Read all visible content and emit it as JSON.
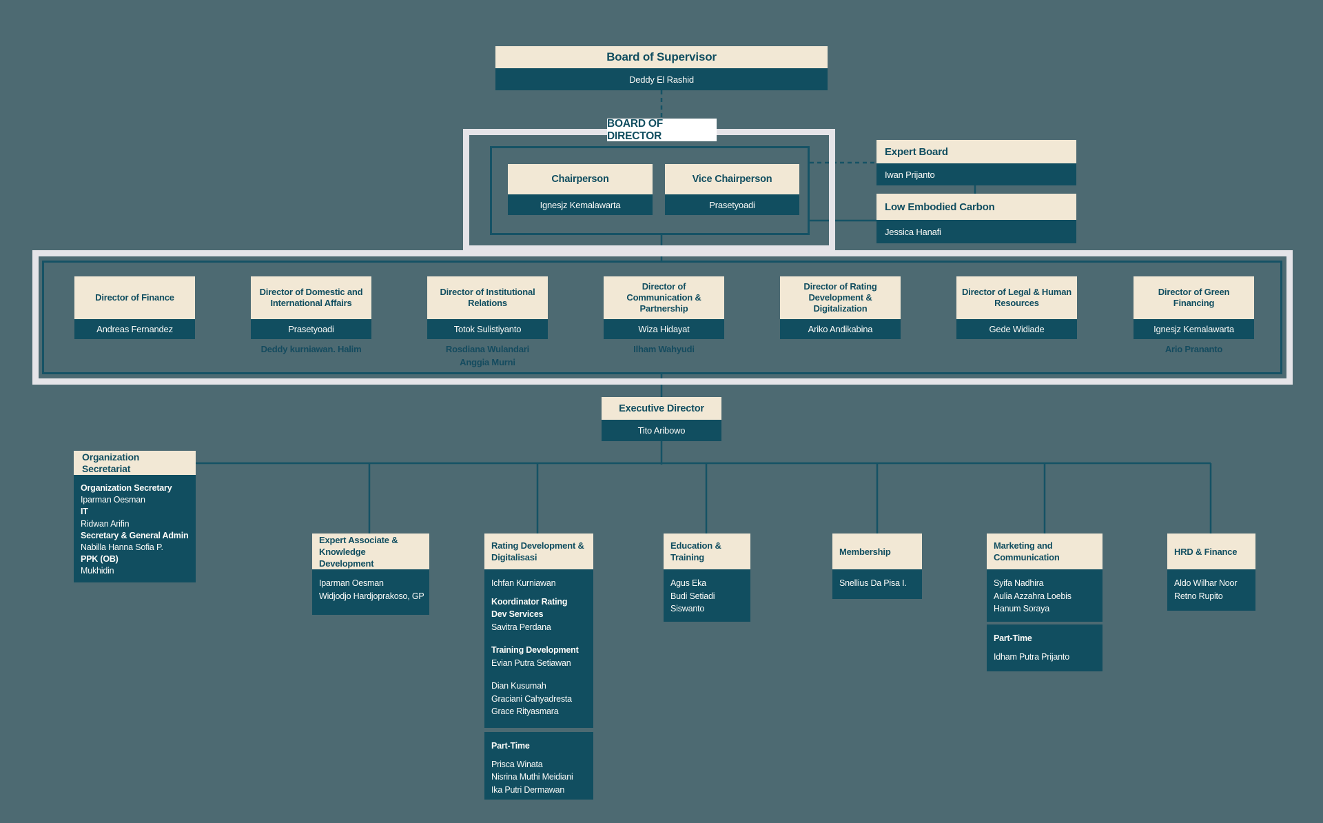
{
  "colors": {
    "background": "#4D6A72",
    "cream": "#F2E8D5",
    "dark_teal": "#114E60",
    "connector": "#155265",
    "white_frame": "#E5E4E8",
    "label_bg": "#FFFFFF"
  },
  "board_of_supervisor": {
    "title": "Board of Supervisor",
    "name": "Deddy El Rashid"
  },
  "board_of_director": {
    "label": "BOARD OF DIRECTOR"
  },
  "chairperson": {
    "title": "Chairperson",
    "name": "Ignesjz Kemalawarta"
  },
  "vice_chairperson": {
    "title": "Vice Chairperson",
    "name": "Prasetyoadi"
  },
  "expert_board": {
    "title": "Expert Board",
    "name": "Iwan Prijanto"
  },
  "low_embodied_carbon": {
    "title": "Low Embodied Carbon",
    "name": "Jessica Hanafi"
  },
  "directors": [
    {
      "title": "Director of Finance",
      "name": "Andreas Fernandez",
      "subnames": []
    },
    {
      "title": "Director of Domestic and International Affairs",
      "name": "Prasetyoadi",
      "subnames": [
        "Deddy kurniawan. Halim"
      ]
    },
    {
      "title": "Director of Institutional Relations",
      "name": "Totok Sulistiyanto",
      "subnames": [
        "Rosdiana Wulandari",
        "Anggia Murni"
      ]
    },
    {
      "title": "Director of Communication & Partnership",
      "name": "Wiza Hidayat",
      "subnames": [
        "Ilham Wahyudi"
      ]
    },
    {
      "title": "Director of Rating Development & Digitalization",
      "name": "Ariko Andikabina",
      "subnames": []
    },
    {
      "title": "Director of Legal & Human Resources",
      "name": "Gede Widiade",
      "subnames": []
    },
    {
      "title": "Director of Green Financing",
      "name": "Ignesjz Kemalawarta",
      "subnames": [
        "Ario Prananto"
      ]
    }
  ],
  "executive_director": {
    "title": "Executive Director",
    "name": "Tito Aribowo"
  },
  "organization_secretariat": {
    "title": "Organization Secretariat",
    "lines": [
      {
        "t": "Organization Secretary",
        "b": true
      },
      {
        "t": "Iparman Oesman"
      },
      {
        "t": "IT",
        "b": true
      },
      {
        "t": "Ridwan Arifin"
      },
      {
        "t": "Secretary & General Admin",
        "b": true
      },
      {
        "t": "Nabilla Hanna Sofia P."
      },
      {
        "t": "PPK (OB)",
        "b": true
      },
      {
        "t": "Mukhidin"
      }
    ]
  },
  "departments": [
    {
      "title": "Expert Associate & Knowledge Development",
      "lines": [
        {
          "t": "Iparman Oesman"
        },
        {
          "t": "Widjodjo Hardjoprakoso, GP"
        }
      ]
    },
    {
      "title": "Rating Development & Digitalisasi",
      "lines": [
        {
          "t": "Ichfan Kurniawan"
        },
        {
          "t": "Koordinator Rating",
          "b": true,
          "g": 1
        },
        {
          "t": "Dev Services",
          "b": true
        },
        {
          "t": "Savitra Perdana"
        },
        {
          "t": "Training Development",
          "b": true,
          "g": 2
        },
        {
          "t": "Evian Putra Setiawan"
        },
        {
          "t": "Dian Kusumah",
          "g": 2
        },
        {
          "t": "Graciani Cahyadresta"
        },
        {
          "t": "Grace Rityasmara"
        }
      ],
      "part_time": {
        "lines": [
          {
            "t": "Part-Time",
            "b": true
          },
          {
            "t": "Prisca Winata",
            "g": 1
          },
          {
            "t": "Nisrina Muthi Meidiani"
          },
          {
            "t": "Ika Putri Dermawan"
          }
        ]
      }
    },
    {
      "title": "Education & Training",
      "lines": [
        {
          "t": "Agus Eka"
        },
        {
          "t": "Budi Setiadi"
        },
        {
          "t": "Siswanto"
        }
      ]
    },
    {
      "title": "Membership",
      "lines": [
        {
          "t": "Snellius Da Pisa I."
        }
      ]
    },
    {
      "title": "Marketing and Communication",
      "lines": [
        {
          "t": "Syifa Nadhira"
        },
        {
          "t": "Aulia Azzahra Loebis"
        },
        {
          "t": "Hanum Soraya"
        }
      ],
      "part_time": {
        "lines": [
          {
            "t": "Part-Time",
            "b": true
          },
          {
            "t": "Idham Putra Prijanto",
            "g": 1
          }
        ]
      }
    },
    {
      "title": "HRD & Finance",
      "lines": [
        {
          "t": "Aldo Wilhar Noor"
        },
        {
          "t": "Retno Rupito"
        }
      ]
    }
  ]
}
